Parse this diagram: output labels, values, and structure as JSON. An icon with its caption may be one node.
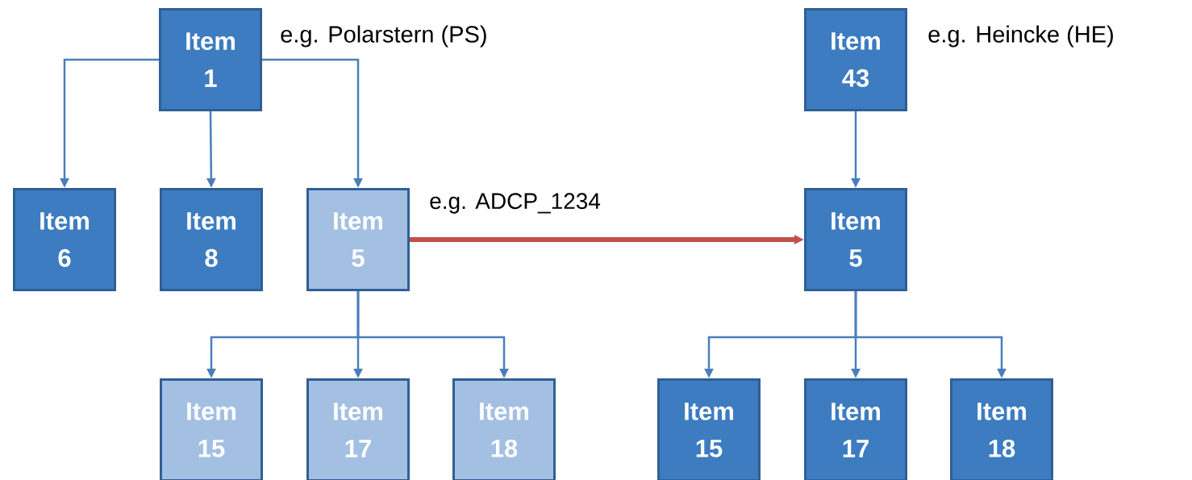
{
  "diagram": {
    "nodes": [
      {
        "text": [
          "Item 1"
        ],
        "beside": [
          "e.g. Polarstern (PS)"
        ]
      },
      {
        "text": [
          "Item 6"
        ]
      },
      {
        "text": [
          "Item 8"
        ]
      },
      {
        "text": [
          "Item 5"
        ]
      },
      {
        "text": [
          "Item 15"
        ]
      },
      {
        "text": [
          "Item 17"
        ]
      },
      {
        "text": [
          "Item 18"
        ]
      },
      {
        "text": [
          "Item 43"
        ],
        "beside": [
          "e.g. Heincke (HE)"
        ]
      },
      {
        "text": [
          "Item 5"
        ]
      },
      {
        "text": [
          "Item 15"
        ]
      },
      {
        "text": [
          "Item 17"
        ]
      },
      {
        "text": [
          "Item 18"
        ]
      }
    ],
    "edges": [
      {
        "from": 0,
        "to": 1,
        "arrow": "to"
      },
      {
        "from": 0,
        "to": 2,
        "arrow": "to"
      },
      {
        "from": 0,
        "to": 3,
        "arrow": "to"
      },
      {
        "from": 3,
        "to": 4,
        "arrow": "to"
      },
      {
        "from": 3,
        "to": 5,
        "arrow": "to"
      },
      {
        "from": 3,
        "to": 6,
        "arrow": "to"
      },
      {
        "from": 3,
        "to": 8,
        "arrow": "to",
        "label": "e.g. ADCP_1234",
        "style": "thick",
        "color": "#c0504d"
      },
      {
        "from": 7,
        "to": 8,
        "arrow": "to"
      },
      {
        "from": 8,
        "to": 9,
        "arrow": "to"
      },
      {
        "from": 8,
        "to": 10,
        "arrow": "to"
      },
      {
        "from": 8,
        "to": 11,
        "arrow": "to"
      }
    ]
  }
}
